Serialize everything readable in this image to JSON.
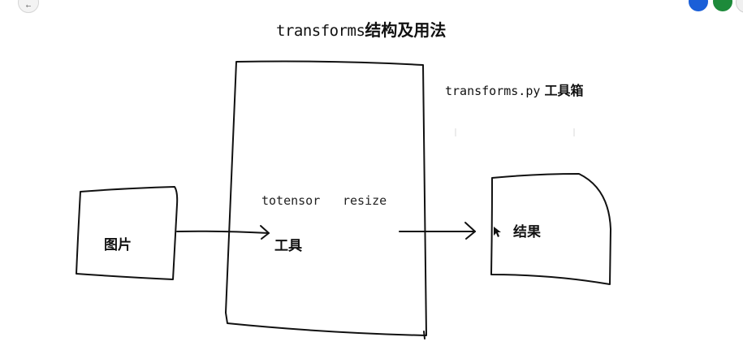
{
  "title": {
    "latin": "transforms",
    "cjk": "结构及用法"
  },
  "toolbox": {
    "latin": "transforms.py",
    "cjk": "工具箱",
    "tools": [
      "totensor",
      "resize"
    ],
    "center_label": "工具"
  },
  "input_box": {
    "label": "图片"
  },
  "output_box": {
    "label": "结果"
  },
  "stroke_color": "#111111",
  "corner_buttons": {
    "left_icon": "back-arrow-icon",
    "blue_color": "#1a5fd8",
    "green_color": "#1d8a3a"
  }
}
